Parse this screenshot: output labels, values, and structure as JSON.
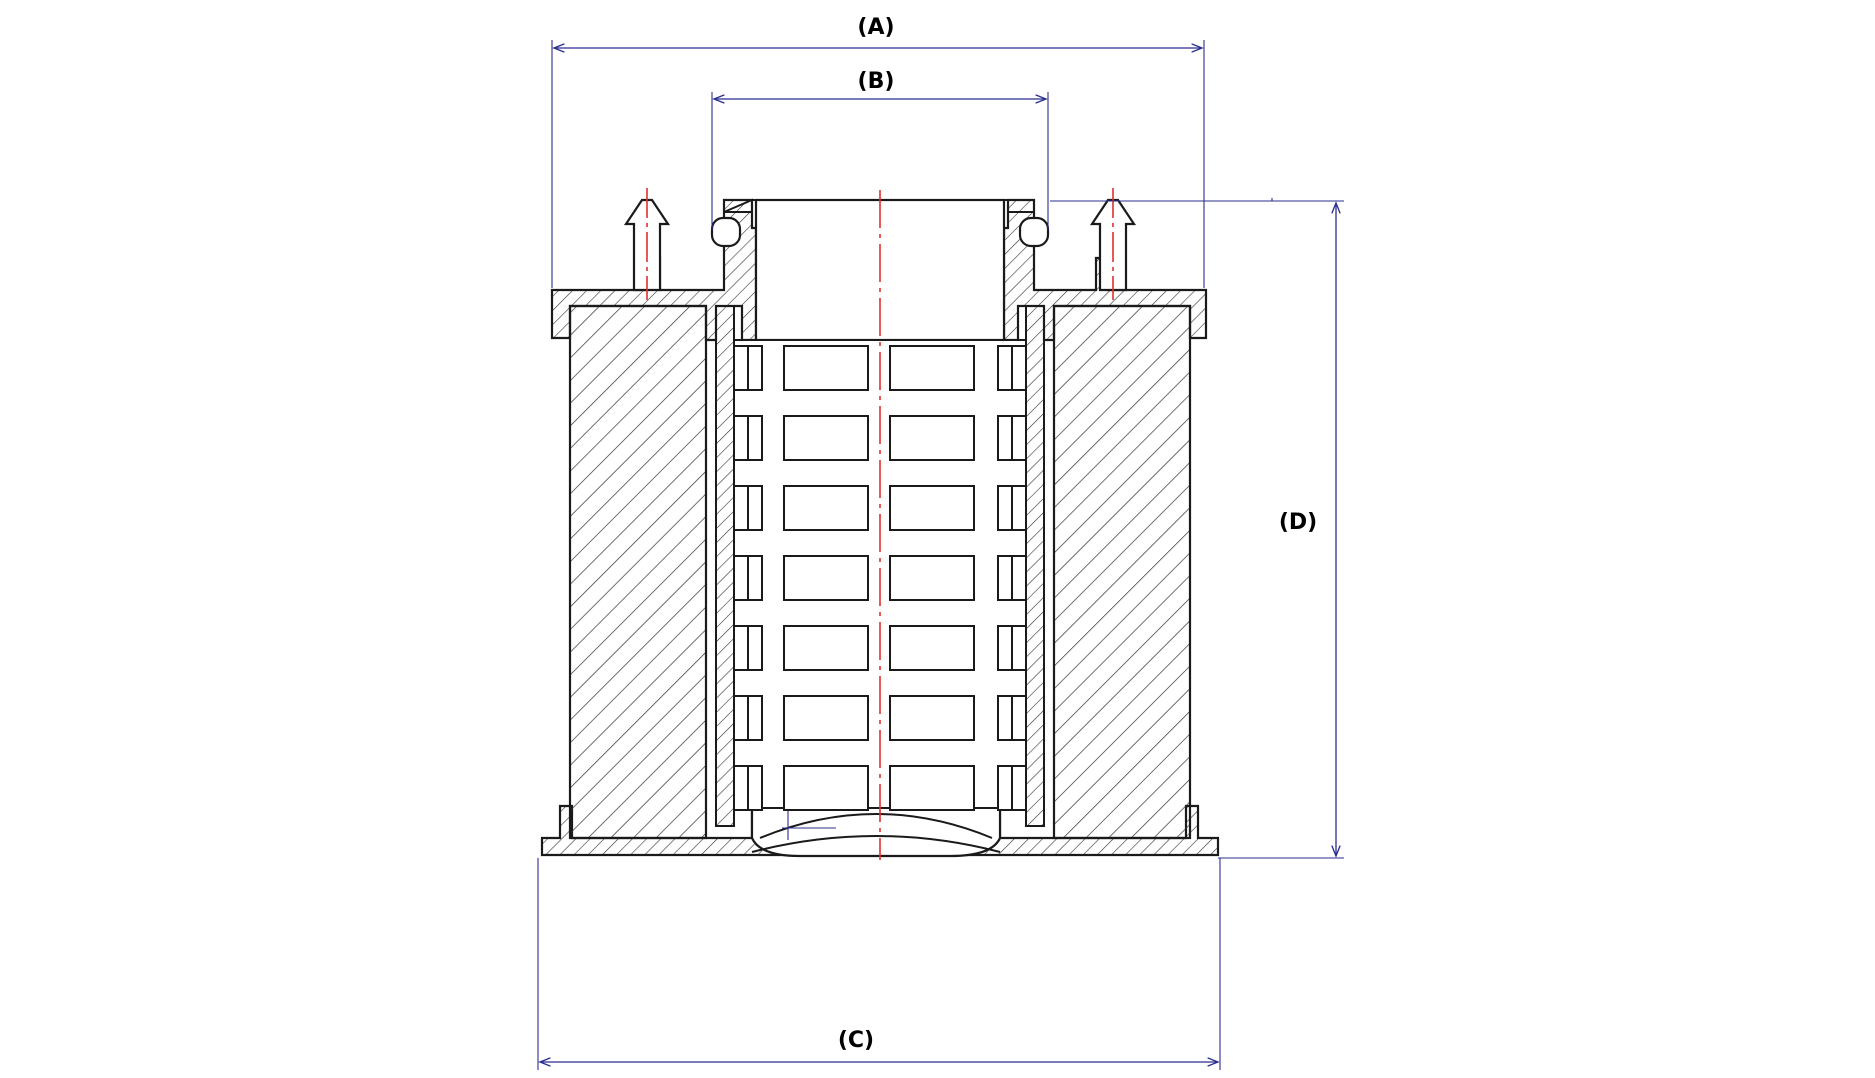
{
  "dimensions": {
    "A": {
      "label": "(A)"
    },
    "B": {
      "label": "(B)"
    },
    "C": {
      "label": "(C)"
    },
    "D": {
      "label": "(D)"
    }
  },
  "colors": {
    "outline": "#1a1a1a",
    "hatch": "#333333",
    "dimension_line": "#2b2f8f",
    "centerline": "#e03030",
    "background": "#ffffff"
  }
}
